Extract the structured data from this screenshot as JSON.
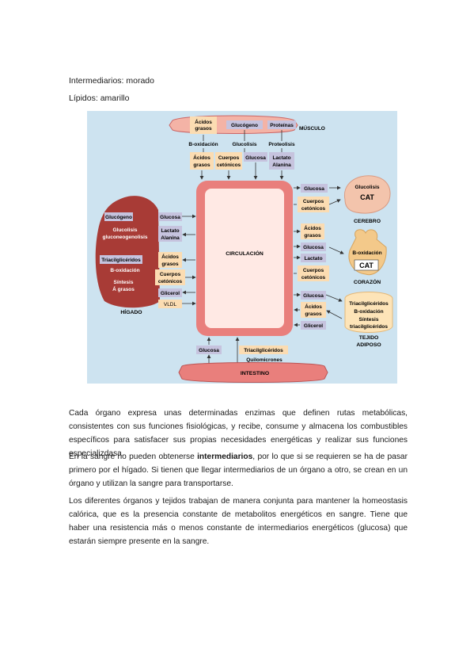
{
  "legend": {
    "line1": "Intermediarios: morado",
    "line2": "Lípidos: amarillo"
  },
  "figure": {
    "muscle": {
      "name": "MÚSCULO",
      "stores": [
        "Ácidos grasos",
        "Glucógeno",
        "Proteínas"
      ],
      "pathways": [
        "B-oxidación",
        "Glucolisis",
        "Proteolisis"
      ],
      "outputs": [
        "Ácidos grasos",
        "Cuerpos cetónicos",
        "Glucosa",
        "Lactato Alanina"
      ]
    },
    "liver": {
      "name": "HÍGADO",
      "processes": [
        "Glucógeno",
        "Glucolisis gluconeogenolisis",
        "Triacilglicéridos",
        "B-oxidación",
        "Síntesis Á grasos"
      ],
      "exchanges": [
        "Glucosa",
        "Lactato Alanina",
        "Ácidos grasos",
        "Cuerpos cetónicos",
        "Glicerol",
        "VLDL"
      ]
    },
    "circulation": "CIRCULACIÓN",
    "brain": {
      "name": "CEREBRO",
      "process": "Glucolisis",
      "cat": "CAT",
      "inputs": [
        "Glucosa",
        "Cuerpos cetónicos"
      ]
    },
    "heart": {
      "name": "CORAZÓN",
      "process": "B-oxidación",
      "cat": "CAT",
      "inputs": [
        "Ácidos grasos",
        "Glucosa",
        "Lactato",
        "Cuerpos cetónicos"
      ]
    },
    "adipose": {
      "name": "TEJIDO ADIPOSO",
      "processes": [
        "Triacilglicéridos",
        "B-oxidación",
        "Síntesis triacilglicéridos"
      ],
      "exchanges": [
        "Glucosa",
        "Ácidos grasos",
        "Glicerol"
      ]
    },
    "intestine": {
      "name": "INTESTINO",
      "outputs": [
        "Glucosa",
        "Triacilglicéridos",
        "Quilomicrones"
      ]
    },
    "colors": {
      "background": "#cde3f0",
      "vessel": "#e97f7c",
      "vessel_inner": "#ffe9e4",
      "intermediate": "#c6c3de",
      "lipid": "#fbdcb2",
      "liver": "#a83b36",
      "text": "#222222"
    }
  },
  "paragraphs": {
    "p1": "Cada órgano expresa unas determinadas enzimas que definen rutas metabólicas, consistentes con sus funciones fisiológicas, y recibe, consume y almacena los combustibles específicos para satisfacer sus propias necesidades energéticas y realizar sus funciones especializdasa.",
    "p2_a": "En la sangre no pueden obtenerse ",
    "p2_bold": "intermediarios",
    "p2_b": ", por lo que si se requieren se ha de pasar primero por el hígado. Si tienen que llegar intermediarios de un órgano a otro, se crean en un órgano y utilizan la sangre para transportarse.",
    "p3": "Los diferentes órganos y tejidos trabajan de manera conjunta para mantener la homeostasis calórica, que es la presencia constante de metabolitos energéticos en sangre. Tiene que haber una resistencia más o menos constante de intermediarios energéticos (glucosa) que estarán siempre presente en la sangre."
  }
}
